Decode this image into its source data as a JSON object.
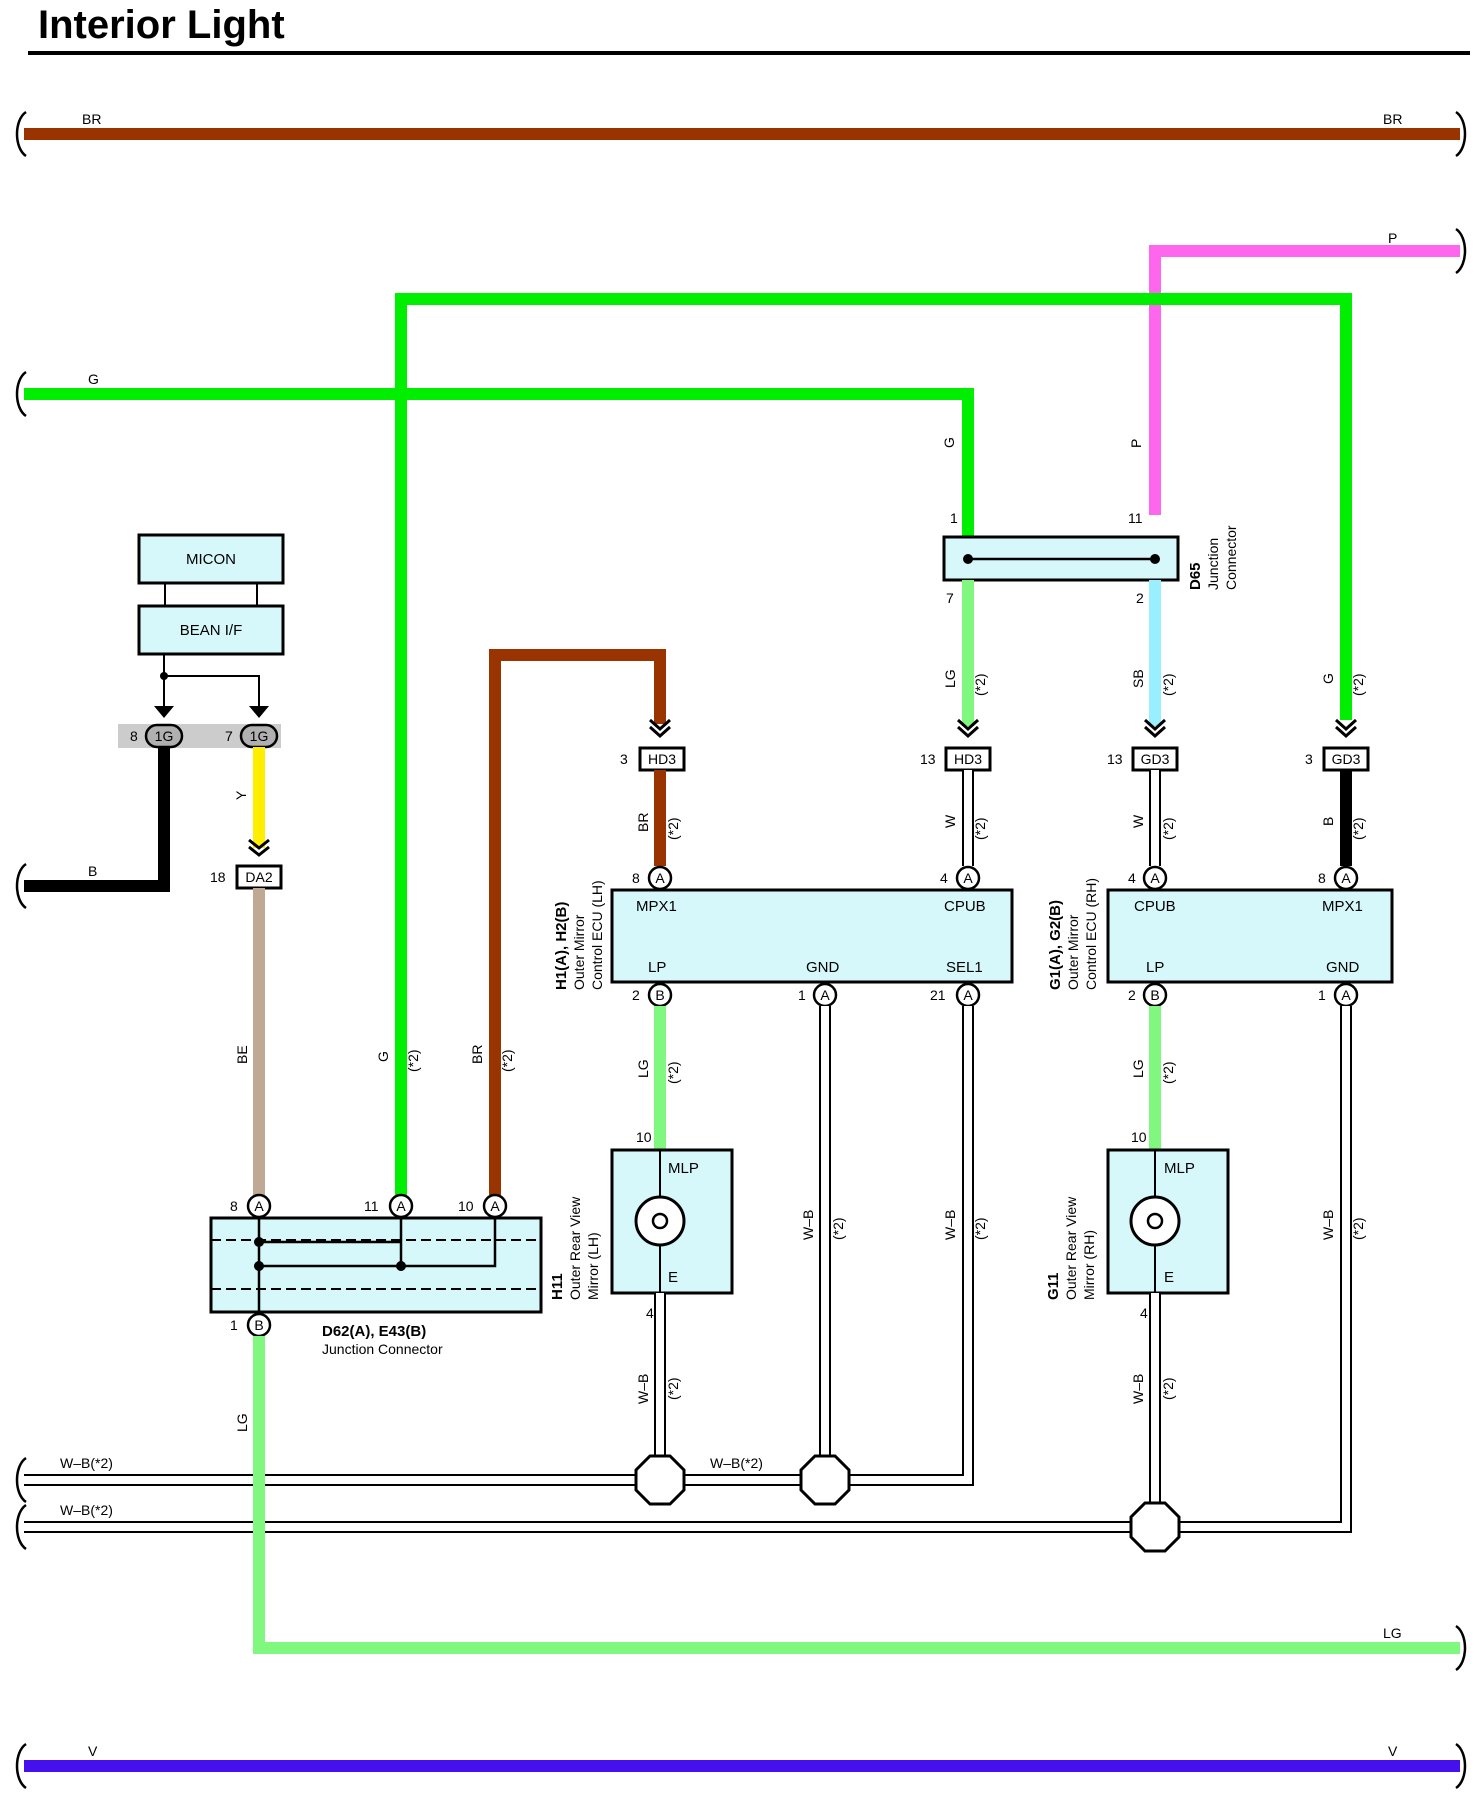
{
  "title": "Interior Light",
  "colors": {
    "BR": "#993300",
    "G": "#00ee00",
    "P": "#ff66ee",
    "LG": "#80f880",
    "SB": "#99eeff",
    "Y": "#ffee00",
    "B": "#000000",
    "BE": "#bfa994",
    "V": "#4411ee",
    "W": "#ffffff",
    "box_fill": "#d6f8fb"
  },
  "wire_labels": {
    "br_left": "BR",
    "br_right": "BR",
    "p_right": "P",
    "g_left": "G",
    "g_d65": "G",
    "p_d65": "P",
    "lg_hd3": "LG",
    "sb_gd3": "SB",
    "g_gd3": "G",
    "star2": "(*2)",
    "y_1g": "Y",
    "b_left": "B",
    "br_hd3": "BR",
    "w_hd3": "W",
    "w_gd3": "W",
    "b_gd3": "B",
    "be": "BE",
    "g_d62": "G",
    "br_d62": "BR",
    "lg_lh": "LG",
    "lg_rh": "LG",
    "wb_gnd_lh": "W–B",
    "wb_sel1": "W–B",
    "wb_gnd_rh": "W–B",
    "wb_mirror_lh": "W–B",
    "wb_mirror_rh": "W–B",
    "lg_d62": "LG",
    "wb_bus1": "W–B(*2)",
    "wb_bus1_mid": "W–B(*2)",
    "wb_bus2": "W–B(*2)",
    "lg_right": "LG",
    "v_left": "V",
    "v_right": "V"
  },
  "components": {
    "micon": "MICON",
    "bean": "BEAN I/F",
    "d65": {
      "name": "D65",
      "desc1": "Junction",
      "desc2": "Connector"
    },
    "ecu_lh": {
      "line1": "H1(A), H2(B)",
      "line2": "Outer Mirror",
      "line3": "Control ECU (LH)"
    },
    "ecu_rh": {
      "line1": "G1(A), G2(B)",
      "line2": "Outer Mirror",
      "line3": "Control ECU (RH)"
    },
    "mirror_lh": {
      "line1": "H11",
      "line2": "Outer Rear View",
      "line3": "Mirror (LH)"
    },
    "mirror_rh": {
      "line1": "G11",
      "line2": "Outer Rear View",
      "line3": "Mirror (RH)"
    },
    "d62": {
      "name": "D62(A), E43(B)",
      "desc": "Junction Connector"
    }
  },
  "terminals": {
    "mpx1": "MPX1",
    "cpub": "CPUB",
    "lp": "LP",
    "gnd": "GND",
    "sel1": "SEL1",
    "cpub_rh": "CPUB",
    "mpx1_rh": "MPX1",
    "lp_rh": "LP",
    "gnd_rh": "GND",
    "mlp": "MLP",
    "e": "E",
    "mlp_rh": "MLP",
    "e_rh": "E"
  },
  "connectors": {
    "c1g": "1G",
    "hd3": "HD3",
    "gd3": "GD3",
    "da2": "DA2",
    "a": "A",
    "b": "B"
  },
  "pins": {
    "p8": "8",
    "p7": "7",
    "p18": "18",
    "p3": "3",
    "p13": "13",
    "p1": "1",
    "p11": "11",
    "p7b": "7",
    "p2": "2",
    "p4": "4",
    "p21": "21",
    "p10": "10",
    "p4b": "4"
  }
}
